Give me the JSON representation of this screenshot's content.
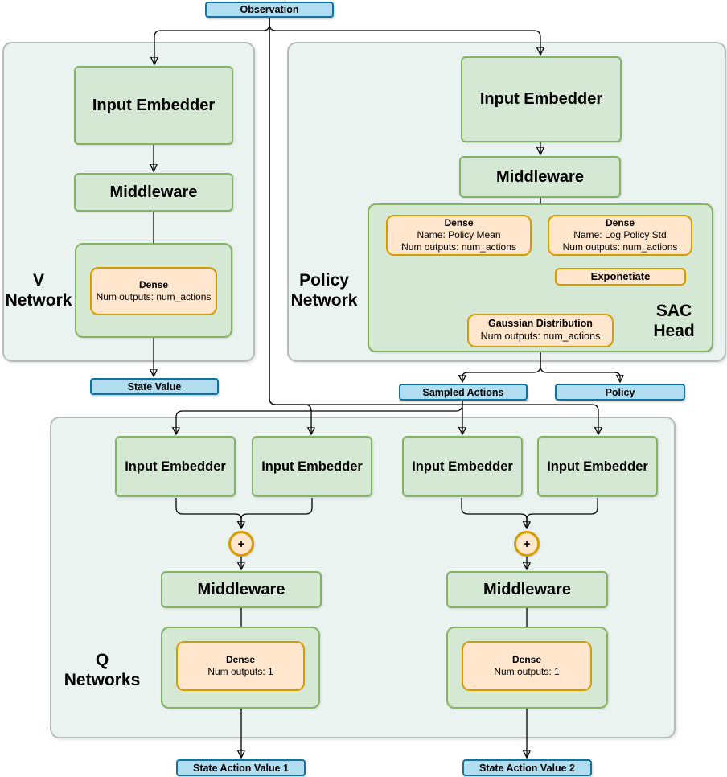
{
  "observation": {
    "label": "Observation"
  },
  "v_network": {
    "title": "V Network",
    "input_embedder": "Input Embedder",
    "middleware": "Middleware",
    "dense": {
      "title": "Dense",
      "outputs": "Num outputs: num_actions"
    },
    "output": "State Value"
  },
  "policy_network": {
    "title": "Policy Network",
    "input_embedder": "Input Embedder",
    "middleware": "Middleware",
    "sac_head": {
      "title": "SAC Head",
      "dense_mean": {
        "title": "Dense",
        "name": "Name: Policy Mean",
        "outputs": "Num outputs: num_actions"
      },
      "dense_log_std": {
        "title": "Dense",
        "name": "Name: Log Policy Std",
        "outputs": "Num outputs: num_actions"
      },
      "exponentiate": "Exponetiate",
      "gaussian": {
        "title": "Gaussian Distribution",
        "outputs": "Num outputs: num_actions"
      }
    },
    "outputs": {
      "sampled_actions": "Sampled Actions",
      "policy": "Policy"
    }
  },
  "q_networks": {
    "title": "Q Networks",
    "input_embedder": "Input Embedder",
    "plus": "+",
    "middleware": "Middleware",
    "dense": {
      "title": "Dense",
      "outputs": "Num outputs: 1"
    },
    "output1": "State Action Value 1",
    "output2": "State Action Value 2"
  },
  "colors": {
    "blue_fill": "#b1ddf0",
    "blue_stroke": "#10739e",
    "green_fill": "#d5e8d4",
    "green_stroke": "#82b366",
    "orange_fill": "#ffe6cc",
    "orange_stroke": "#d79b00",
    "panel_fill": "#ebf3f0",
    "panel_stroke": "#b5bcbc"
  }
}
